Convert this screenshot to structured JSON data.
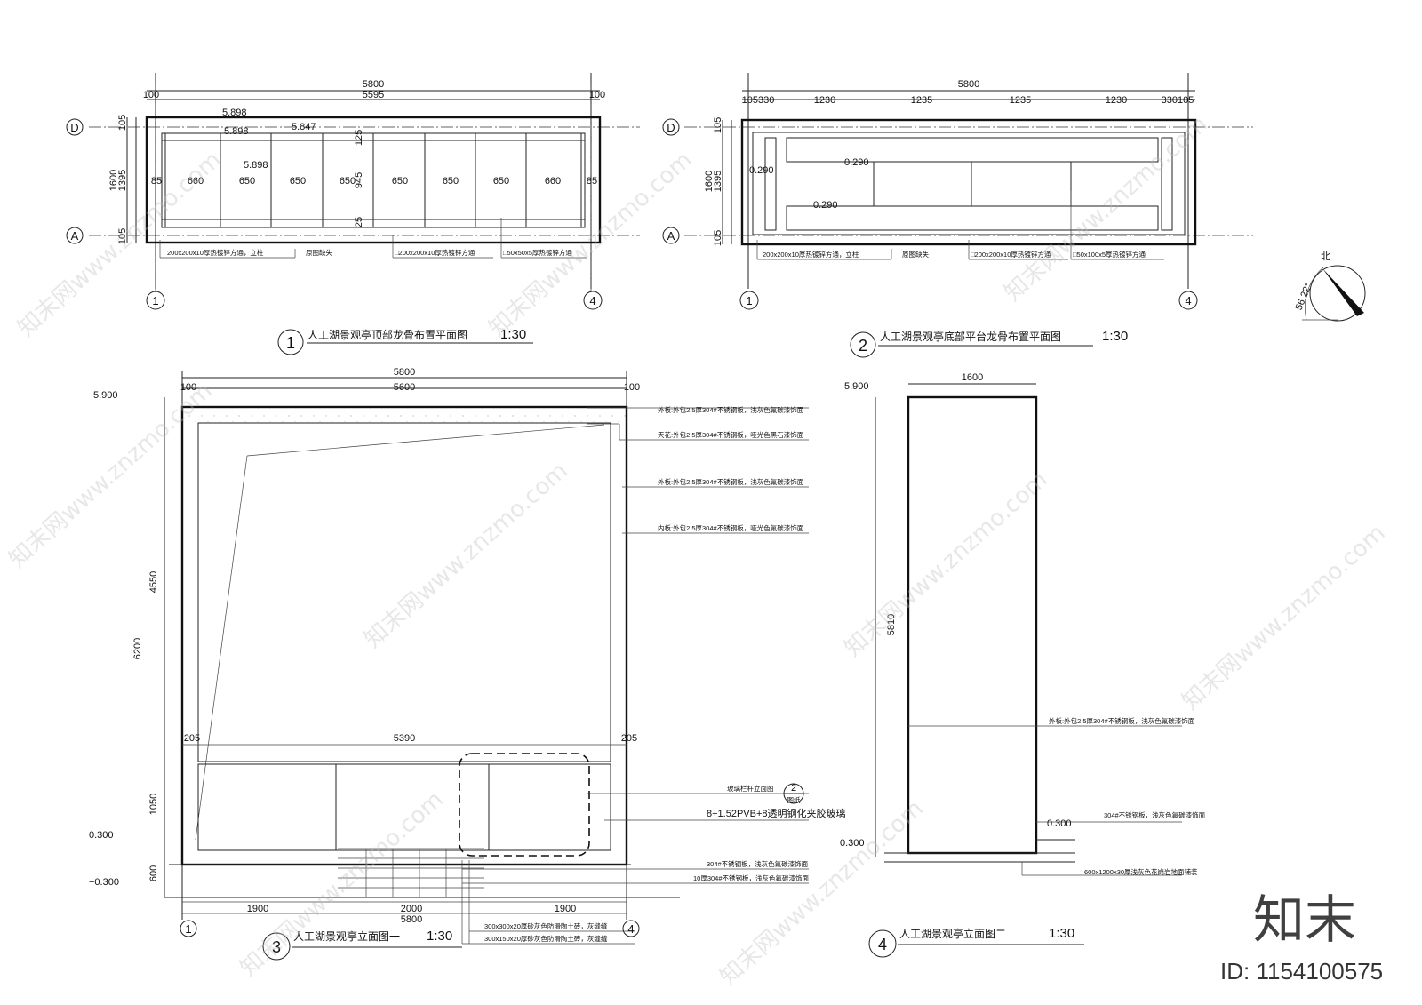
{
  "plan1": {
    "dims_top": [
      "5800",
      "100",
      "5595",
      "100"
    ],
    "dims_left": [
      "105",
      "1600",
      "1395",
      "105"
    ],
    "elevations": [
      "5.898",
      "5.898",
      "5.847",
      "5.898"
    ],
    "bays": [
      "85",
      "660",
      "650",
      "650",
      "650",
      "650",
      "650",
      "650",
      "660",
      "85"
    ],
    "vertical_dims": [
      "125",
      "945",
      "25"
    ],
    "callouts": [
      "200x200x10厚热镀锌方通，立柱",
      "原图缺失",
      "□200x200x10厚热镀锌方通",
      "□50x50x5厚热镀锌方通"
    ],
    "axes": [
      "D",
      "A",
      "1",
      "4"
    ],
    "title_num": "1",
    "title": "人工湖景观亭顶部龙骨布置平面图",
    "scale": "1:30"
  },
  "plan2": {
    "dims_top": [
      "5800",
      "105330",
      "1230",
      "1235",
      "1235",
      "1230",
      "330105"
    ],
    "dims_left": [
      "105",
      "1600",
      "1395",
      "105"
    ],
    "elevations": [
      "0.290",
      "0.290",
      "0.290"
    ],
    "callouts": [
      "200x200x10厚热镀锌方通，立柱",
      "原图缺失",
      "□200x200x10厚热镀锌方通",
      "□50x100x5厚热镀锌方通"
    ],
    "axes": [
      "D",
      "A",
      "1",
      "4"
    ],
    "title_num": "2",
    "title": "人工湖景观亭底部平台龙骨布置平面图",
    "scale": "1:30"
  },
  "north": {
    "label": "北",
    "angle": "56.22°"
  },
  "elev1": {
    "dims_top": [
      "5800",
      "100",
      "5600",
      "100"
    ],
    "levels": [
      "5.900",
      "0.300",
      "−0.300"
    ],
    "dims_left": [
      "4550",
      "6200",
      "1050",
      "600"
    ],
    "mid_dims": [
      "205",
      "5390",
      "205"
    ],
    "bottom_dims": [
      "1900",
      "2000",
      "1900",
      "5800"
    ],
    "callouts": [
      "外板:外包2.5厚304#不锈钢板，浅灰色氟碳漆饰面",
      "天花:外包2.5厚304#不锈钢板，哑光色黑石漆饰面",
      "外板:外包2.5厚304#不锈钢板，浅灰色氟碳漆饰面",
      "内板:外包2.5厚304#不锈钢板，哑光色氟碳漆饰面",
      "玻璃栏杆立面图",
      "8+1.52PVB+8透明钢化夹胶玻璃",
      "304#不锈钢板，浅灰色氟碳漆饰面",
      "10厚304#不锈钢板，浅灰色氟碳漆饰面",
      "300x300x20厚砂灰色防滑陶土砖，灰缝缝",
      "300x150x20厚砂灰色防滑陶土砖，灰缝缝"
    ],
    "detail_num": "2",
    "detail_ref": "图纸",
    "axes": [
      "1",
      "4"
    ],
    "title_num": "3",
    "title": "人工湖景观亭立面图一",
    "scale": "1:30"
  },
  "elev2": {
    "dims_top": [
      "1600"
    ],
    "levels": [
      "5.900",
      "0.300",
      "0.300"
    ],
    "dims_left": [
      "5810"
    ],
    "callouts": [
      "外板:外包2.5厚304#不锈钢板，浅灰色氟碳漆饰面",
      "304#不锈钢板，浅灰色氟碳漆饰面",
      "600x1200x30厚浅灰色花岗岩地面铺装"
    ],
    "title_num": "4",
    "title": "人工湖景观亭立面图二",
    "scale": "1:30"
  },
  "watermark": {
    "text": "知末网www.znzmo.com",
    "logo": "知末",
    "id": "ID: 1154100575"
  }
}
